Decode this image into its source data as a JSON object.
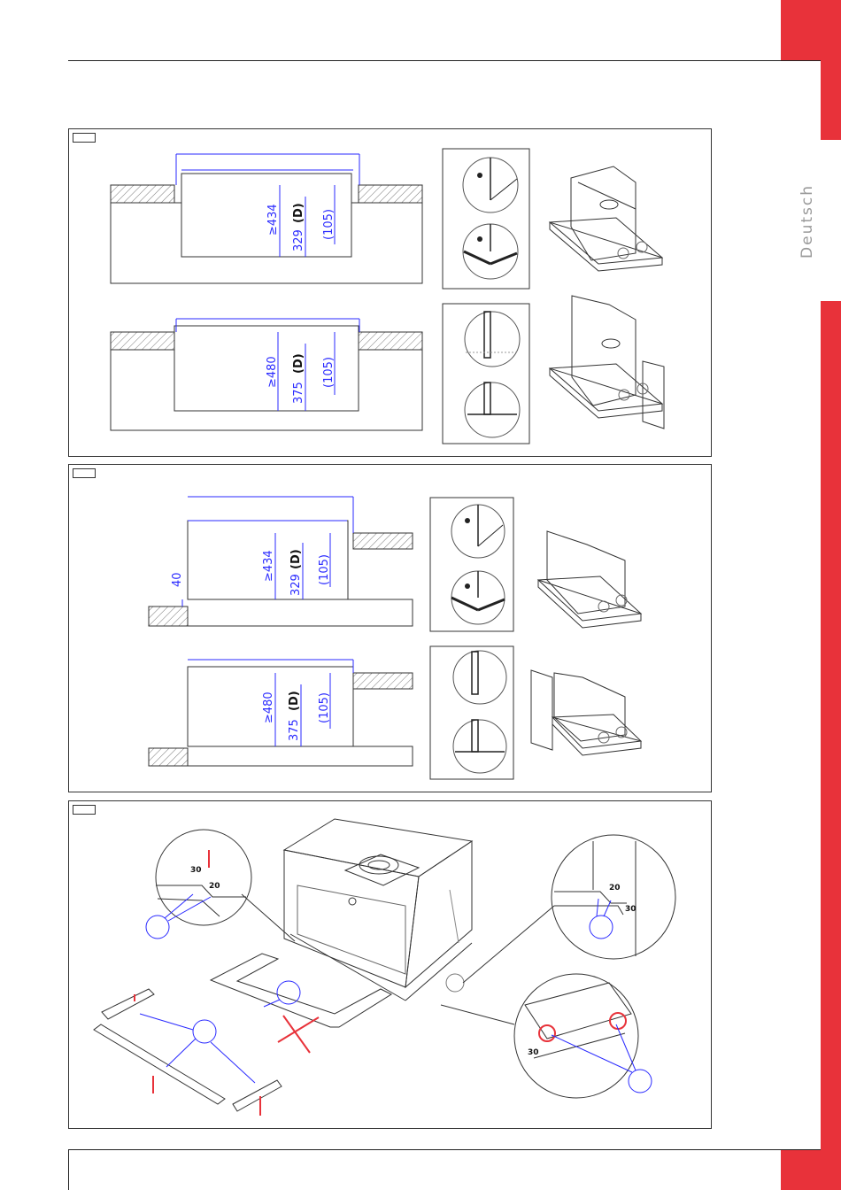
{
  "sidebar": {
    "language_label": "Deutsch"
  },
  "colors": {
    "accent": "#e8323a",
    "dimension_blue": "#2a2aff",
    "line": "#333333"
  },
  "panel1": {
    "a": {
      "d1": "≥434",
      "d2": "329",
      "d3": "(D)",
      "d4": "(105)"
    },
    "b": {
      "d1": "≥480",
      "d2": "375",
      "d3": "(D)",
      "d4": "(105)"
    }
  },
  "panel2": {
    "a": {
      "d0": "40",
      "d1": "≥434",
      "d2": "329",
      "d3": "(D)",
      "d4": "(105)"
    },
    "b": {
      "d1": "≥480",
      "d2": "375",
      "d3": "(D)",
      "d4": "(105)"
    }
  },
  "panel3": {
    "n30a": "30",
    "n20a": "20",
    "n20b": "20",
    "n30b": "30",
    "n30c": "30"
  }
}
